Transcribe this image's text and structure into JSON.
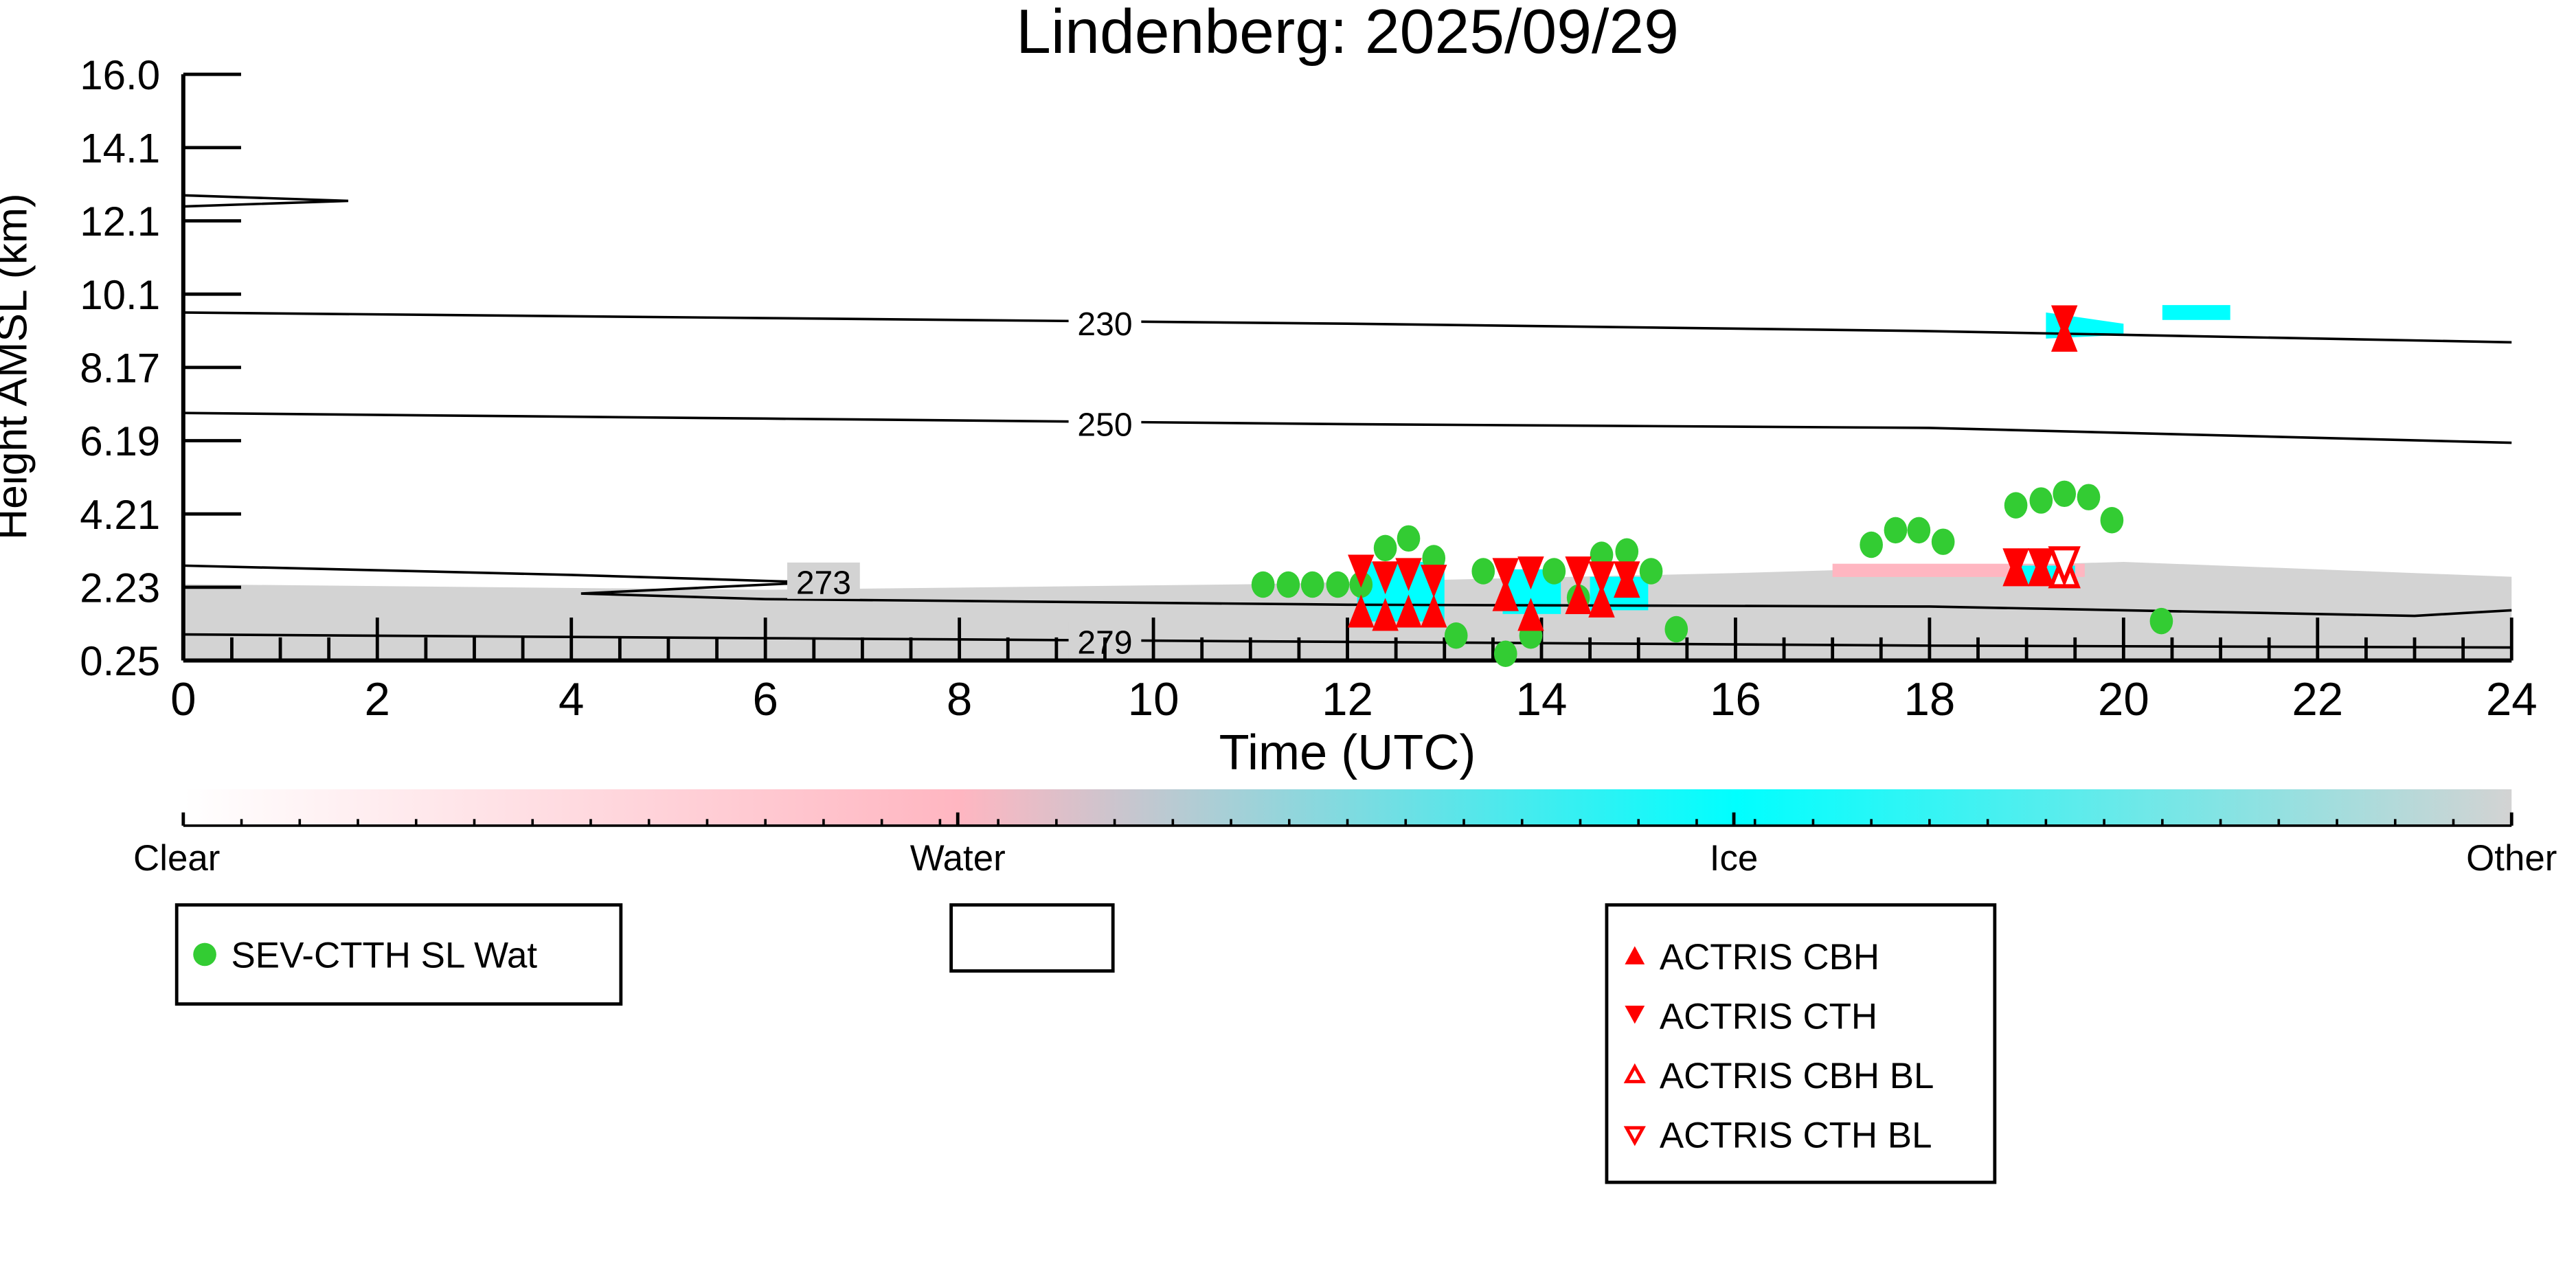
{
  "chart_data": {
    "type": "scatter",
    "title": "Lindenberg: 2025/09/29",
    "xlabel": "Time (UTC)",
    "ylabel": "Height AMSL (km)",
    "xlim": [
      0,
      24
    ],
    "ylim": [
      0.25,
      16.0
    ],
    "xticks": [
      "0",
      "2",
      "4",
      "6",
      "8",
      "10",
      "12",
      "14",
      "16",
      "18",
      "20",
      "22",
      "24"
    ],
    "yticks": [
      "0.25",
      "2.23",
      "4.21",
      "6.19",
      "8.17",
      "10.1",
      "12.1",
      "14.1",
      "16.0"
    ],
    "contours": [
      {
        "label": "230",
        "points": [
          [
            0,
            9.6
          ],
          [
            6,
            9.45
          ],
          [
            12,
            9.3
          ],
          [
            18,
            9.1
          ],
          [
            24,
            8.8
          ]
        ]
      },
      {
        "label": "250",
        "points": [
          [
            0,
            6.9
          ],
          [
            6,
            6.75
          ],
          [
            12,
            6.6
          ],
          [
            18,
            6.5
          ],
          [
            24,
            6.1
          ]
        ]
      },
      {
        "label": "273",
        "points": [
          [
            0,
            2.8
          ],
          [
            4,
            2.55
          ],
          [
            6.5,
            2.35
          ],
          [
            4.1,
            2.05
          ],
          [
            6,
            1.9
          ],
          [
            12,
            1.75
          ],
          [
            18,
            1.7
          ],
          [
            23,
            1.45
          ],
          [
            24,
            1.6
          ]
        ]
      },
      {
        "label": "279",
        "points": [
          [
            0,
            0.95
          ],
          [
            6,
            0.85
          ],
          [
            12,
            0.75
          ],
          [
            18,
            0.65
          ],
          [
            24,
            0.6
          ]
        ]
      }
    ],
    "colorbar": {
      "labels": [
        "Clear",
        "Water",
        "Ice",
        "Other"
      ],
      "colors": [
        "#ffffff",
        "#ffb6c1",
        "#00ffff",
        "#d3d3d3"
      ]
    },
    "series": [
      {
        "name": "SEV-CTTH SL Wat",
        "marker": "circle",
        "color": "#33cc33",
        "points": [
          [
            11.13,
            2.29
          ],
          [
            11.39,
            2.29
          ],
          [
            11.64,
            2.29
          ],
          [
            11.9,
            2.29
          ],
          [
            12.14,
            2.29
          ],
          [
            12.39,
            3.27
          ],
          [
            12.63,
            3.53
          ],
          [
            12.89,
            3.0
          ],
          [
            13.12,
            0.92
          ],
          [
            13.4,
            2.65
          ],
          [
            13.63,
            0.43
          ],
          [
            13.89,
            0.92
          ],
          [
            14.13,
            2.65
          ],
          [
            14.38,
            1.94
          ],
          [
            14.62,
            3.09
          ],
          [
            14.88,
            3.18
          ],
          [
            15.13,
            2.65
          ],
          [
            15.39,
            1.09
          ],
          [
            17.4,
            3.36
          ],
          [
            17.65,
            3.75
          ],
          [
            17.89,
            3.75
          ],
          [
            18.14,
            3.44
          ],
          [
            18.89,
            4.42
          ],
          [
            19.15,
            4.55
          ],
          [
            19.39,
            4.73
          ],
          [
            19.64,
            4.64
          ],
          [
            19.88,
            4.02
          ],
          [
            20.39,
            1.31
          ]
        ]
      },
      {
        "name": "ACTRIS CBH",
        "marker": "triangle-up",
        "color": "#ff0000",
        "filled": true,
        "points": [
          [
            12.14,
            1.58
          ],
          [
            12.39,
            1.49
          ],
          [
            12.63,
            1.58
          ],
          [
            12.89,
            1.58
          ],
          [
            13.63,
            2.02
          ],
          [
            13.89,
            1.49
          ],
          [
            14.38,
            1.94
          ],
          [
            14.62,
            1.85
          ],
          [
            14.88,
            2.38
          ],
          [
            18.89,
            2.69
          ],
          [
            19.15,
            2.69
          ],
          [
            19.39,
            8.99
          ]
        ]
      },
      {
        "name": "ACTRIS CTH",
        "marker": "triangle-down",
        "color": "#ff0000",
        "filled": true,
        "points": [
          [
            12.14,
            2.65
          ],
          [
            12.39,
            2.47
          ],
          [
            12.63,
            2.56
          ],
          [
            12.89,
            2.38
          ],
          [
            13.63,
            2.56
          ],
          [
            13.89,
            2.6
          ],
          [
            14.38,
            2.6
          ],
          [
            14.62,
            2.47
          ],
          [
            14.88,
            2.47
          ],
          [
            18.89,
            2.82
          ],
          [
            19.15,
            2.82
          ],
          [
            19.39,
            9.35
          ]
        ]
      },
      {
        "name": "ACTRIS CBH BL",
        "marker": "triangle-up",
        "color": "#ff0000",
        "filled": false,
        "points": [
          [
            19.39,
            2.69
          ]
        ]
      },
      {
        "name": "ACTRIS CTH BL",
        "marker": "triangle-down",
        "color": "#ff0000",
        "filled": false,
        "points": [
          [
            19.39,
            2.82
          ]
        ]
      }
    ]
  }
}
